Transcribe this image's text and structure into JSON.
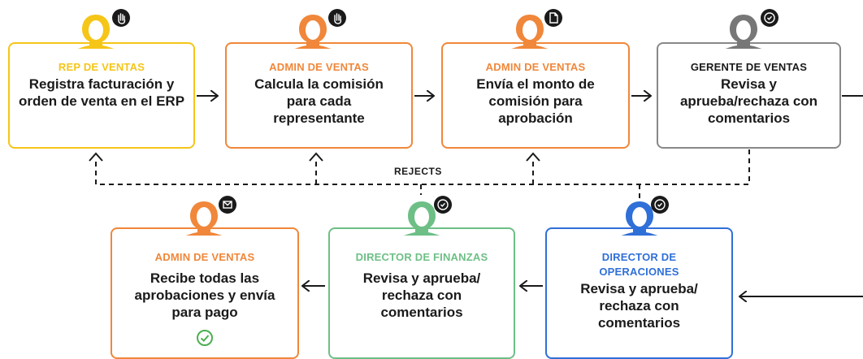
{
  "nodes": [
    {
      "role": "REP DE VENTAS",
      "text": "Registra facturación y orden de venta en el ERP",
      "color": "#F5C518",
      "badge_icon": "hand-icon"
    },
    {
      "role": "ADMIN DE VENTAS",
      "text": "Calcula la comisión para cada representante",
      "color": "#F0873A",
      "badge_icon": "hand-icon"
    },
    {
      "role": "ADMIN DE VENTAS",
      "text": "Envía el monto de comisión para aprobación",
      "color": "#F0873A",
      "badge_icon": "document-icon"
    },
    {
      "role": "GERENTE DE VENTAS",
      "text": "Revisa y aprueba/rechaza con comentarios",
      "color": "#777777",
      "badge_icon": "check-badge-icon"
    },
    {
      "role": "DIRECTOR DE OPERACIONES",
      "text": "Revisa y aprueba/ rechaza con comentarios",
      "color": "#2F6FD8",
      "badge_icon": "check-badge-icon"
    },
    {
      "role": "DIRECTOR DE FINANZAS",
      "text": "Revisa y aprueba/ rechaza con comentarios",
      "color": "#6DBF86",
      "badge_icon": "check-badge-icon"
    },
    {
      "role": "ADMIN DE VENTAS",
      "text": "Recibe todas las aprobaciones y envía para pago",
      "color": "#F0873A",
      "badge_icon": "mail-icon"
    }
  ],
  "rejects_label": "REJECTS"
}
